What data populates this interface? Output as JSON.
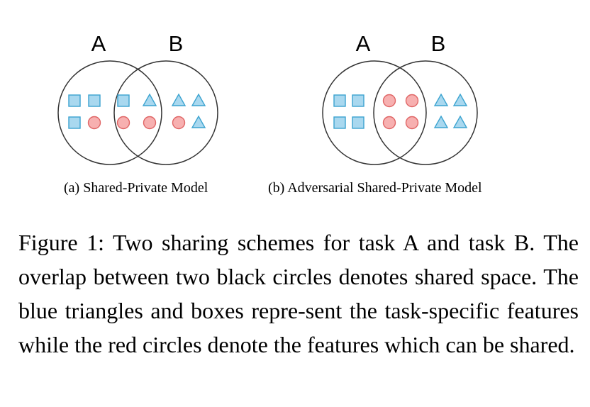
{
  "panels": [
    {
      "id": "a",
      "label_left": "A",
      "label_right": "B",
      "caption": "(a) Shared-Private Model",
      "regions": {
        "private_a": [
          [
            "square",
            "square"
          ],
          [
            "square",
            "circle"
          ]
        ],
        "shared": [
          [
            "square",
            "triangle"
          ],
          [
            "circle",
            "circle"
          ]
        ],
        "private_b": [
          [
            "triangle",
            "triangle"
          ],
          [
            "circle",
            "triangle"
          ]
        ]
      }
    },
    {
      "id": "b",
      "label_left": "A",
      "label_right": "B",
      "caption": "(b) Adversarial Shared-Private Model",
      "regions": {
        "private_a": [
          [
            "square",
            "square"
          ],
          [
            "square",
            "square"
          ]
        ],
        "shared": [
          [
            "circle",
            "circle"
          ],
          [
            "circle",
            "circle"
          ]
        ],
        "private_b": [
          [
            "triangle",
            "triangle"
          ],
          [
            "triangle",
            "triangle"
          ]
        ]
      }
    }
  ],
  "colors": {
    "task_specific_fill": "#a9d8ef",
    "task_specific_stroke": "#3ba3d0",
    "shared_fill": "#f7b0b0",
    "shared_stroke": "#e06666",
    "circle_outline": "#333333"
  },
  "figure_caption": "Figure 1: Two sharing schemes for task A and task B. The overlap between two black circles denotes shared space. The blue triangles and boxes repre-­sent the task-specific features while the red circles denote the features which can be shared."
}
